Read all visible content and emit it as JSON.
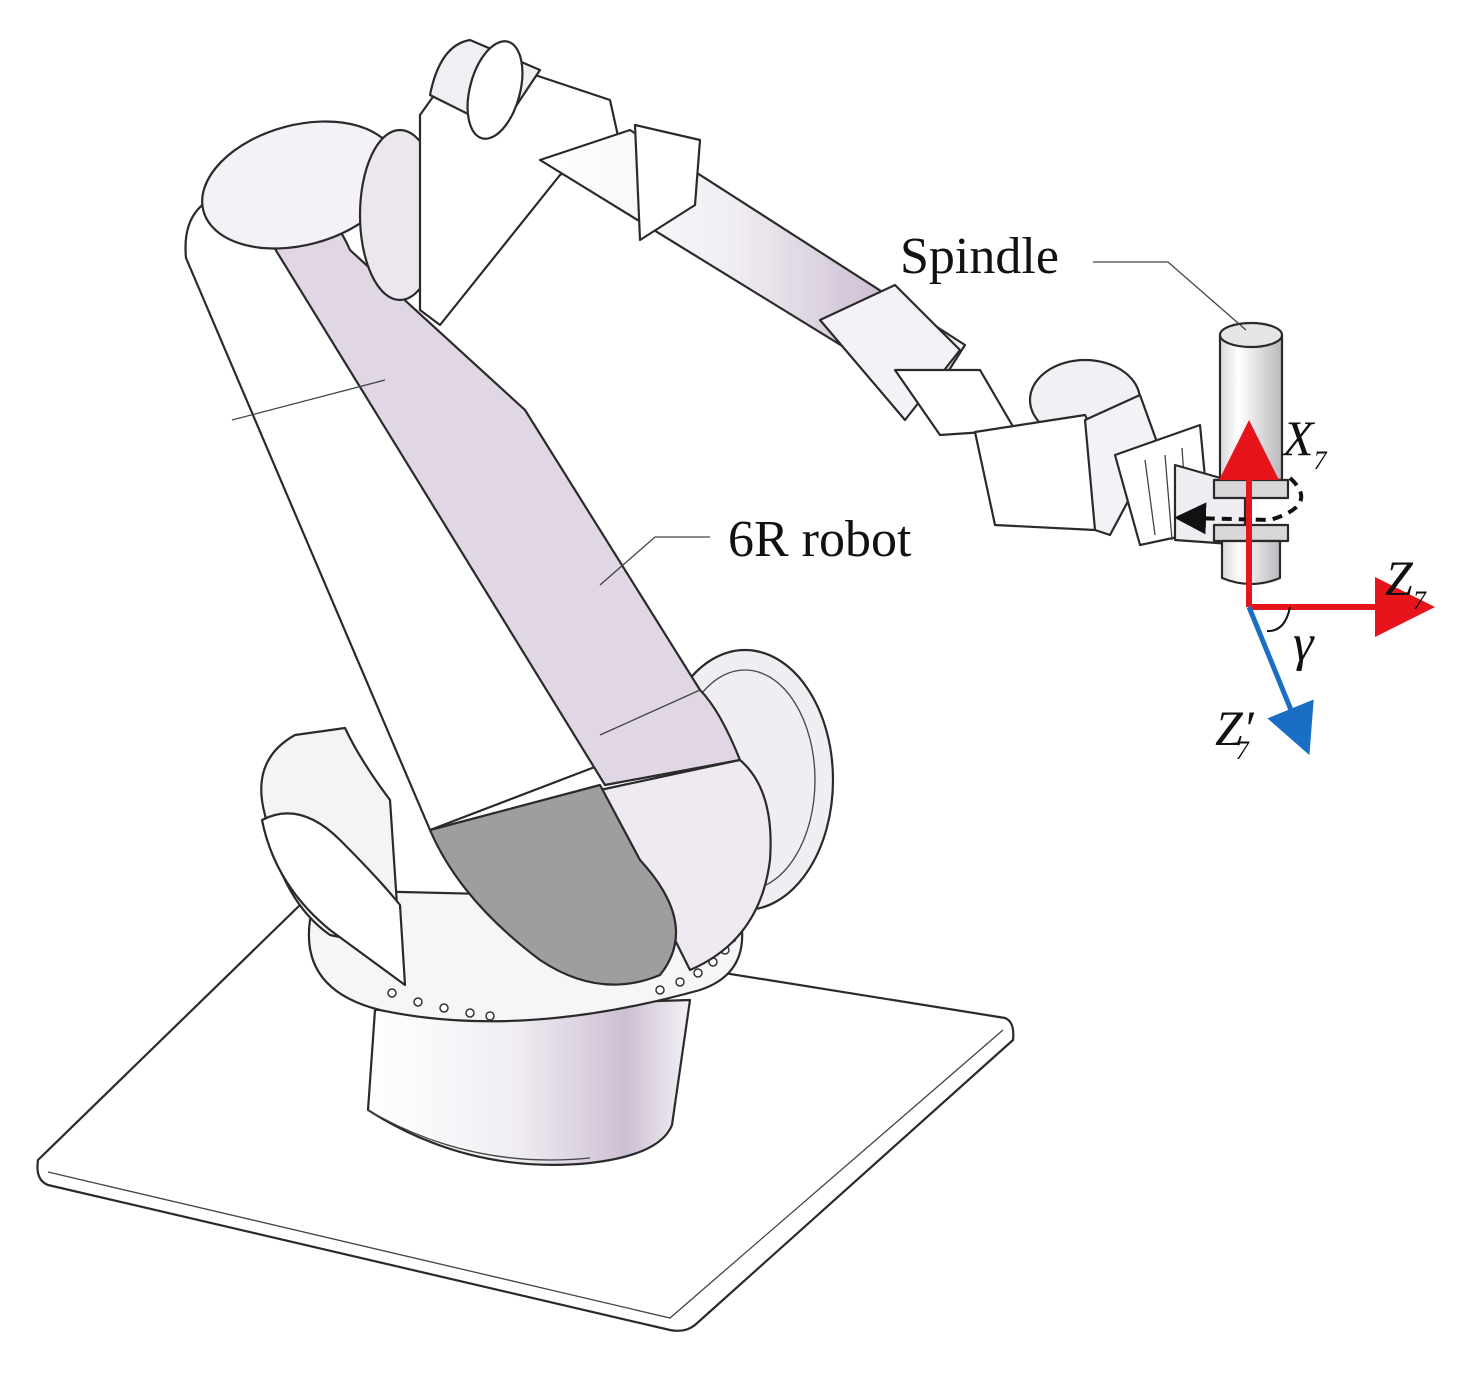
{
  "labels": {
    "spindle": "Spindle",
    "robot": "6R robot"
  },
  "axes": {
    "x7_main": "X",
    "z7_main": "Z",
    "z7p_main": "Z′",
    "sub": "7",
    "angle": "γ"
  },
  "colors": {
    "red_axis": "#e8141c",
    "blue_axis": "#1a6fc4",
    "light_body": "#f4f2f6",
    "lavender_body": "#e0d6e4",
    "gray_face": "#9e9e9e",
    "outline": "#2a2a2a"
  }
}
